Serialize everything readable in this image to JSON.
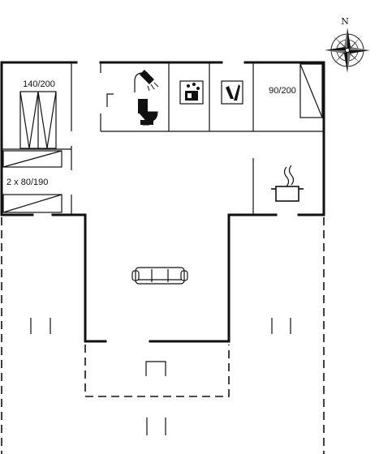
{
  "compass": {
    "north_letter": "N",
    "icon": "compass-rose-icon"
  },
  "rooms": {
    "bedroom_1": {
      "bed_label": "140/200",
      "icon": "double-bed-icon"
    },
    "bedroom_2": {
      "bed_label": "2 x 80/190",
      "icon": "bunk-bed-icon"
    },
    "bedroom_3": {
      "bed_label": "90/200",
      "icon": "single-bed-icon"
    },
    "bathroom": {
      "icons": [
        "shower-icon",
        "toilet-icon"
      ]
    },
    "utility_1": {
      "icon": "washing-machine-icon"
    },
    "utility_2": {
      "icon": "dryer-icon"
    },
    "kitchen": {
      "icon": "cooking-pot-icon"
    },
    "living_room": {
      "icon": "sofa-icon"
    },
    "terrace": {
      "icon": "terrace-bench-icon"
    }
  }
}
